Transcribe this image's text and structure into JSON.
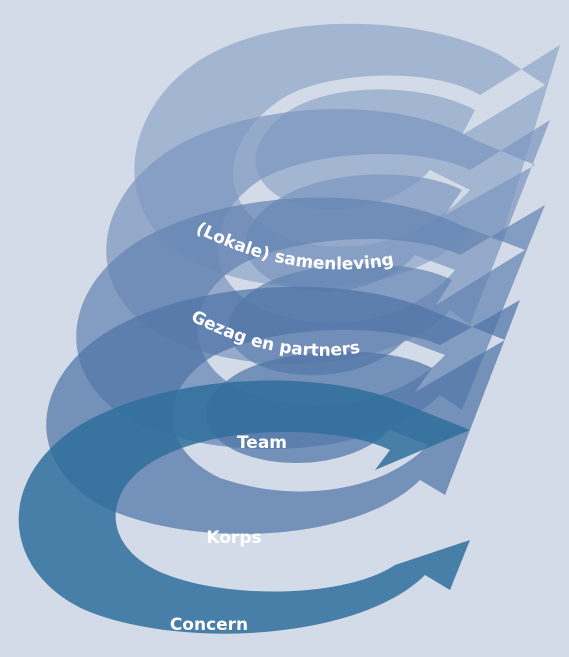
{
  "diagram": {
    "background": "#d4dbe8",
    "levels": [
      {
        "id": "concern",
        "label": "Concern",
        "color": "#2f6e9c"
      },
      {
        "id": "korps",
        "label": "Korps",
        "color": "#3d6e9e"
      },
      {
        "id": "team",
        "label": "Team",
        "color": "#4a72a0"
      },
      {
        "id": "gezag",
        "label": "Gezag en partners",
        "color": "#6f8db8"
      },
      {
        "id": "samenleving",
        "label": "(Lokale) samenleving",
        "color": "#8fa6c8"
      }
    ]
  }
}
